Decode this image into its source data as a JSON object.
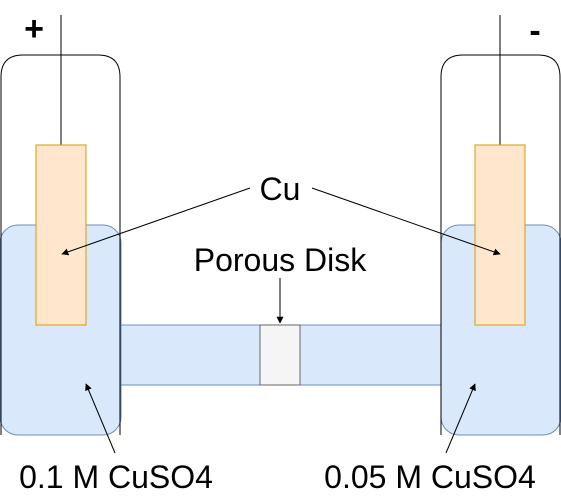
{
  "diagram": {
    "terminals": {
      "positive": "+",
      "negative": "-"
    },
    "electrode_label": "Cu",
    "separator_label": "Porous Disk",
    "left_solution": "0.1 M CuSO4",
    "right_solution": "0.05 M CuSO4"
  },
  "colors": {
    "solution_fill": "#dae8fc",
    "solution_stroke": "#6c8ebf",
    "electrode_fill": "#ffe6cc",
    "electrode_stroke": "#d79b00",
    "disk_fill": "#f5f5f5",
    "line": "#000000"
  }
}
